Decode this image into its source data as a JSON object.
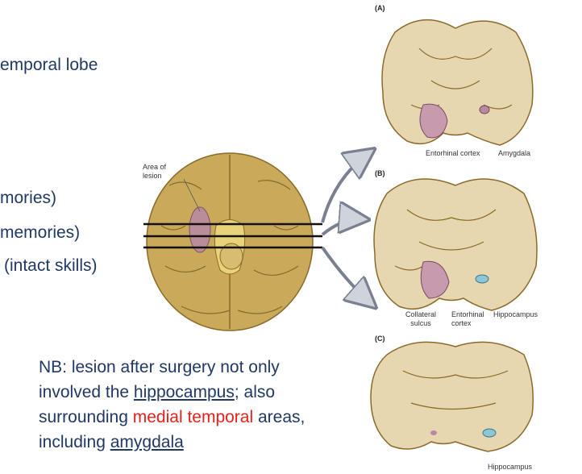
{
  "slide": {
    "line1": "emporal lobe",
    "line2": "mories)",
    "line3": "memories)",
    "line4": "(intact skills)",
    "note": {
      "part1": "NB: lesion after surgery not only",
      "part2a": "involved the ",
      "hippocampus": "hippocampus",
      "part2b": "; also",
      "part3a": "surrounding ",
      "medial_temporal": "medial temporal",
      "part3b": " areas,",
      "part4a": "including ",
      "amygdala": "amygdala"
    }
  },
  "figure": {
    "brain_label": "Area of\nlesion",
    "panel_a": {
      "letter": "(A)",
      "label1": "Entorhinal cortex",
      "label2": "Amygdala"
    },
    "panel_b": {
      "letter": "(B)",
      "label1": "Collateral\nsulcus",
      "label2": "Entorhinal\ncortex",
      "label3": "Hippocampus"
    },
    "panel_c": {
      "letter": "(C)",
      "label1": "Hippocampus"
    }
  },
  "colors": {
    "text": "#1f3864",
    "highlight": "#e8201a",
    "brain": "#c9a95a",
    "slice": "#e7d7b0",
    "lesion": "#b88aa0",
    "hippocampus": "#8ec6d6"
  }
}
